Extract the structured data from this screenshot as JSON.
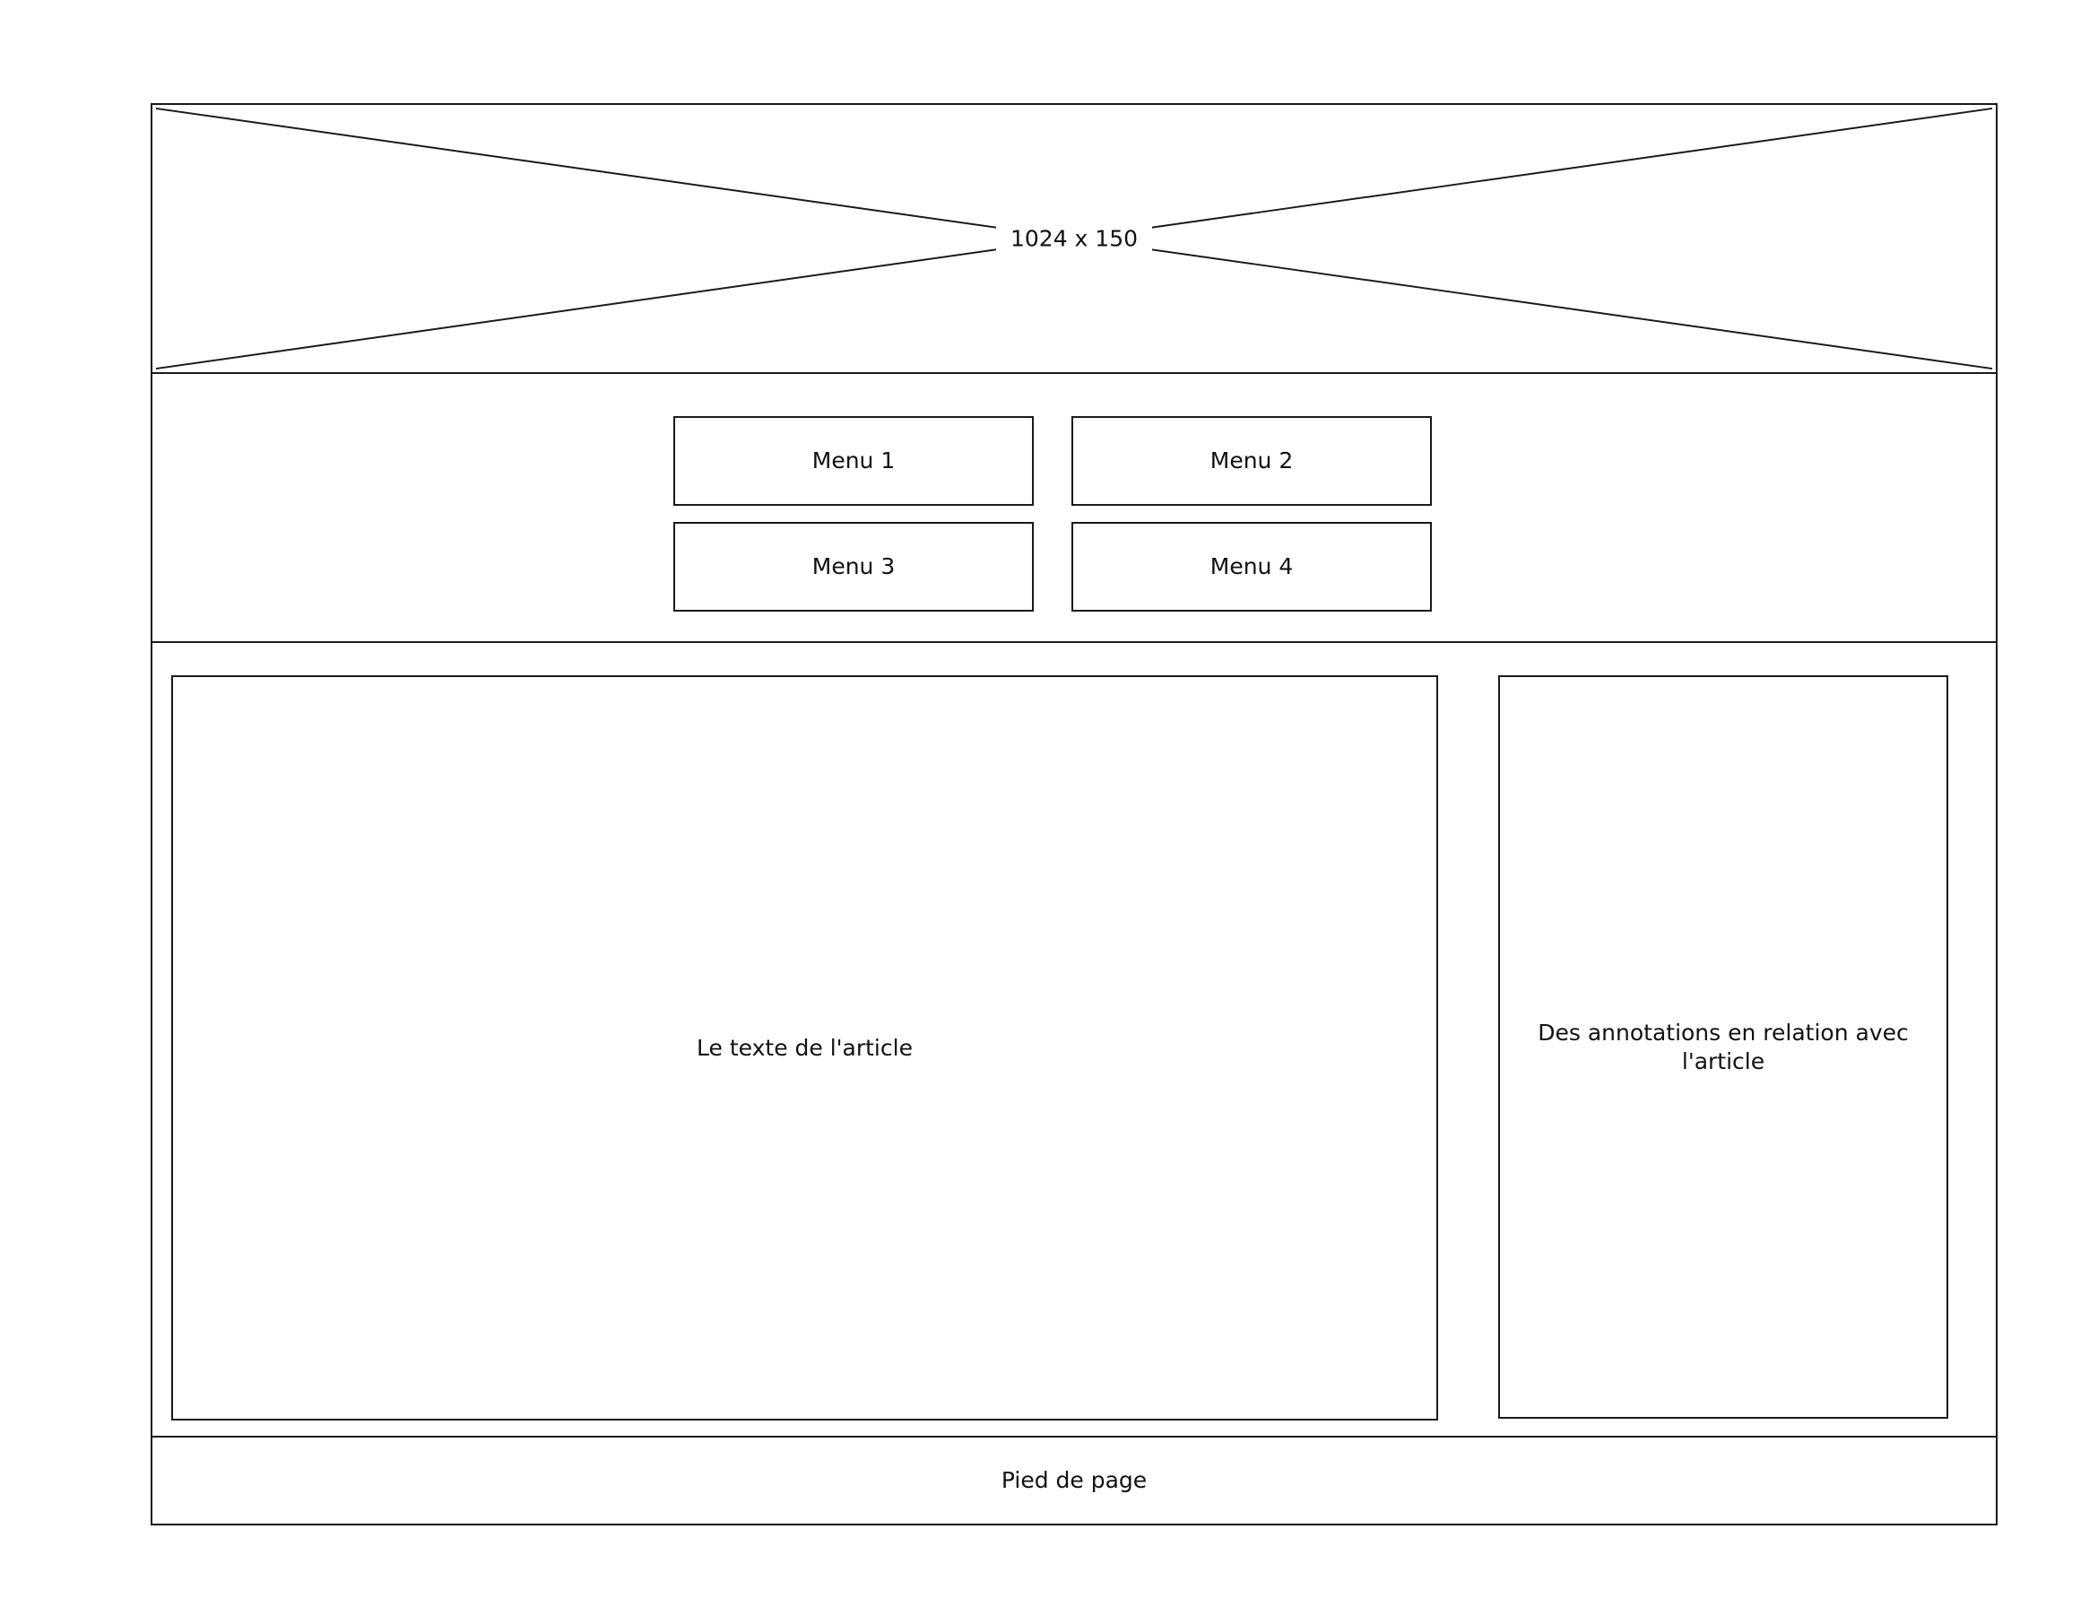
{
  "header": {
    "image_placeholder_label": "1024 x 150"
  },
  "nav": {
    "menus": [
      {
        "label": "Menu 1"
      },
      {
        "label": "Menu 2"
      },
      {
        "label": "Menu 3"
      },
      {
        "label": "Menu 4"
      }
    ]
  },
  "main": {
    "article_text": "Le texte de l'article",
    "aside_text": "Des annotations en relation avec l'article"
  },
  "footer": {
    "text": "Pied de page"
  }
}
